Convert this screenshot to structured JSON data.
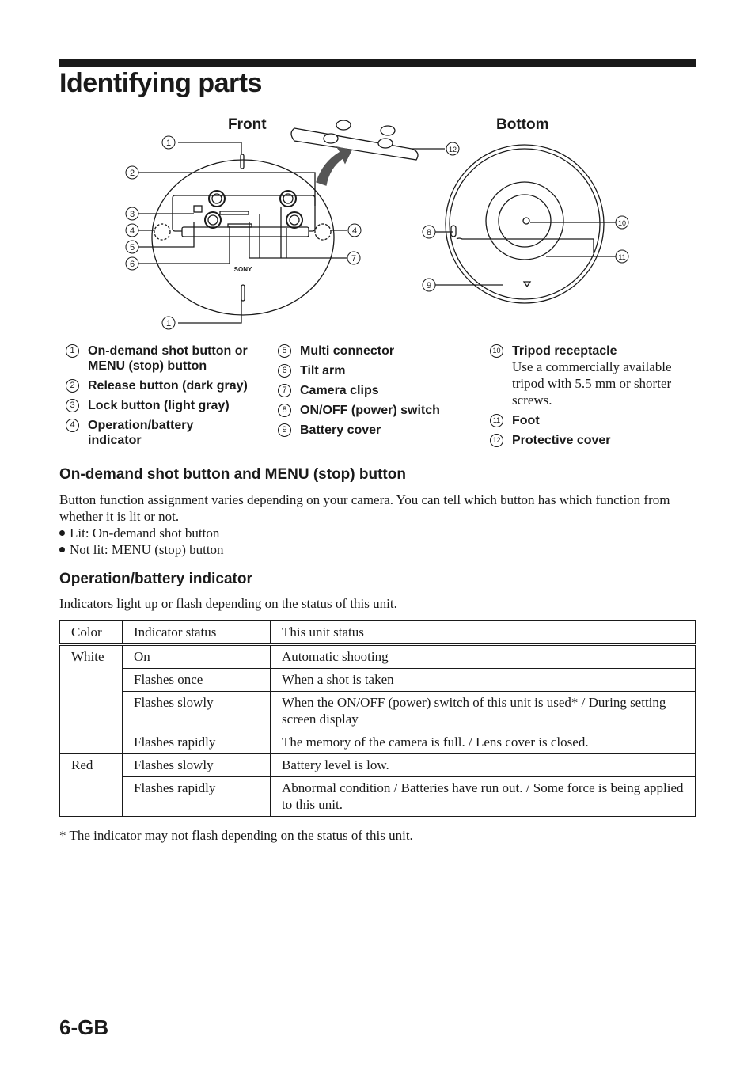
{
  "page": {
    "title": "Identifying parts",
    "page_number": "6-GB"
  },
  "figure": {
    "front_label": "Front",
    "bottom_label": "Bottom",
    "brand_mark": "SONY"
  },
  "parts": {
    "col1": [
      {
        "num": "1",
        "label": "On-demand shot button or MENU (stop) button"
      },
      {
        "num": "2",
        "label": "Release button (dark gray)"
      },
      {
        "num": "3",
        "label": "Lock button (light gray)"
      },
      {
        "num": "4",
        "label": "Operation/battery indicator"
      }
    ],
    "col2": [
      {
        "num": "5",
        "label": "Multi connector"
      },
      {
        "num": "6",
        "label": "Tilt arm"
      },
      {
        "num": "7",
        "label": "Camera clips"
      },
      {
        "num": "8",
        "label": "ON/OFF (power) switch"
      },
      {
        "num": "9",
        "label": "Battery cover"
      }
    ],
    "col3": [
      {
        "num": "10",
        "label": "Tripod receptacle",
        "desc": "Use a commercially available tripod with 5.5 mm or shorter screws."
      },
      {
        "num": "11",
        "label": "Foot"
      },
      {
        "num": "12",
        "label": "Protective cover"
      }
    ]
  },
  "section1": {
    "heading": "On-demand shot button and MENU (stop) button",
    "body": "Button function assignment varies depending on your camera. You can tell which button has which function from whether it is lit or not.",
    "bullets": [
      "Lit: On-demand shot button",
      "Not lit: MENU (stop) button"
    ]
  },
  "section2": {
    "heading": "Operation/battery indicator",
    "body": "Indicators light up or flash depending on the status of this unit.",
    "table": {
      "headers": [
        "Color",
        "Indicator status",
        "This unit status"
      ],
      "white": "White",
      "red": "Red",
      "rows_white": [
        {
          "status": "On",
          "unit": "Automatic shooting"
        },
        {
          "status": "Flashes once",
          "unit": "When a shot is taken"
        },
        {
          "status": "Flashes slowly",
          "unit": "When the ON/OFF (power) switch of this unit is used* / During setting screen display"
        },
        {
          "status": "Flashes rapidly",
          "unit": "The memory of the camera is full. / Lens cover is closed."
        }
      ],
      "rows_red": [
        {
          "status": "Flashes slowly",
          "unit": "Battery level is low."
        },
        {
          "status": "Flashes rapidly",
          "unit": "Abnormal condition / Batteries have run out. / Some force is being applied to this unit."
        }
      ]
    },
    "footnote": "* The indicator may not flash depending on the status of this unit."
  }
}
